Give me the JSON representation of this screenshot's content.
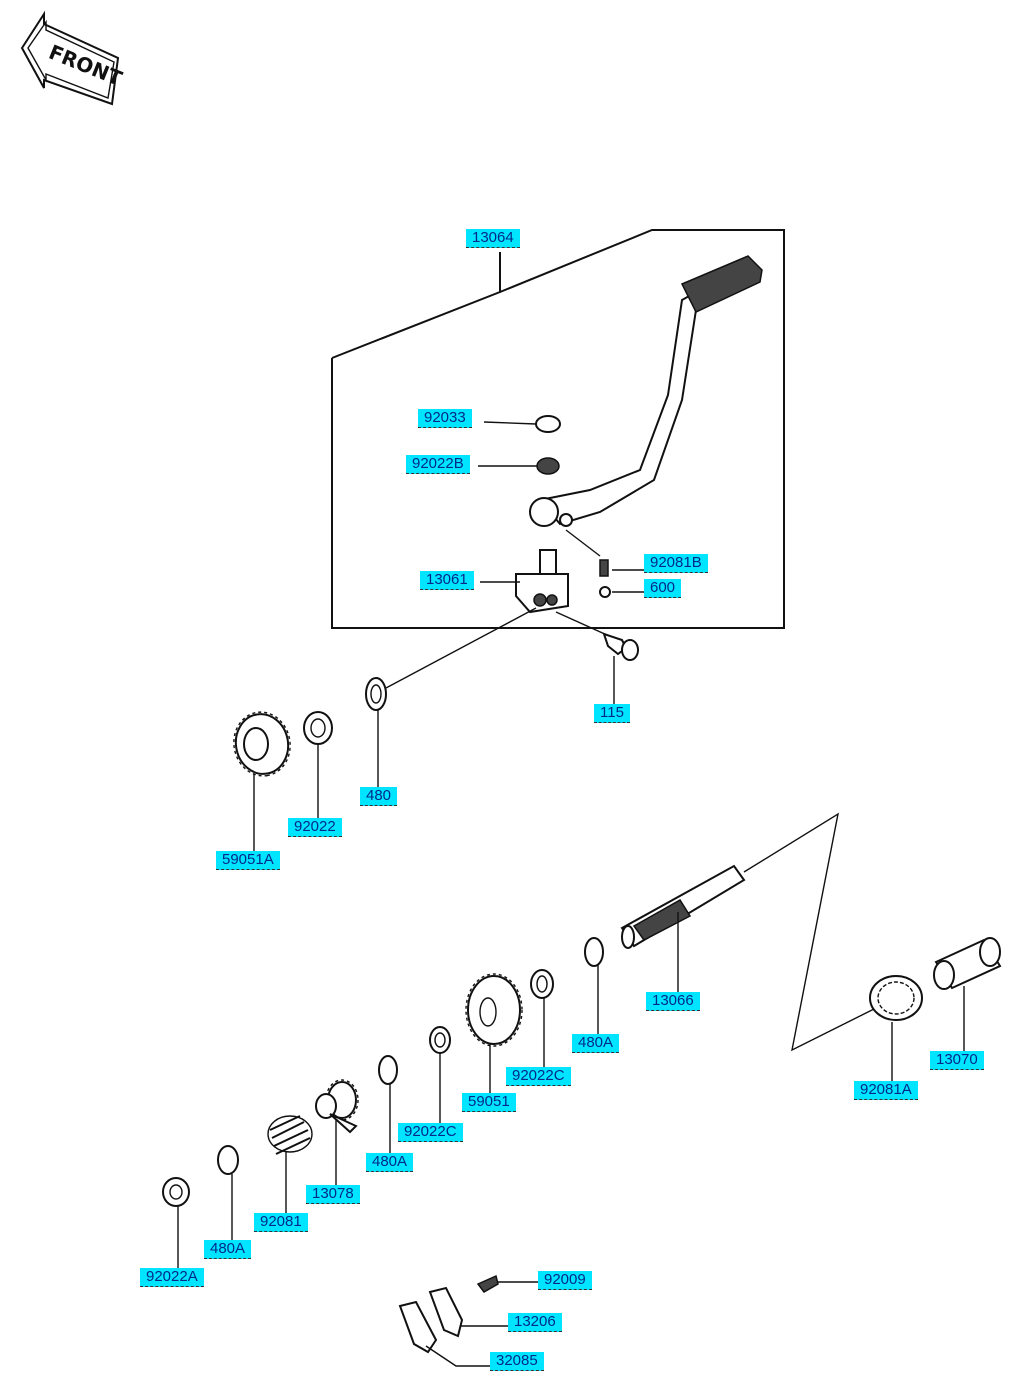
{
  "front_arrow": {
    "text": "FRONT",
    "icon": "front-arrow-icon"
  },
  "labels": {
    "p13064": "13064",
    "p92033": "92033",
    "p92022B": "92022B",
    "p92081B": "92081B",
    "p600": "600",
    "p13061": "13061",
    "p115": "115",
    "p480": "480",
    "p92022": "92022",
    "p59051A": "59051A",
    "p13066": "13066",
    "p480A_1": "480A",
    "p92022C_1": "92022C",
    "p59051": "59051",
    "p92022C_2": "92022C",
    "p480A_2": "480A",
    "p13078": "13078",
    "p92081": "92081",
    "p480A_3": "480A",
    "p92022A": "92022A",
    "p92081A": "92081A",
    "p13070": "13070",
    "p92009": "92009",
    "p13206": "13206",
    "p32085": "32085"
  },
  "colors": {
    "label_bg": "#00e5ff",
    "label_text": "#002a8a",
    "line": "#111111"
  }
}
